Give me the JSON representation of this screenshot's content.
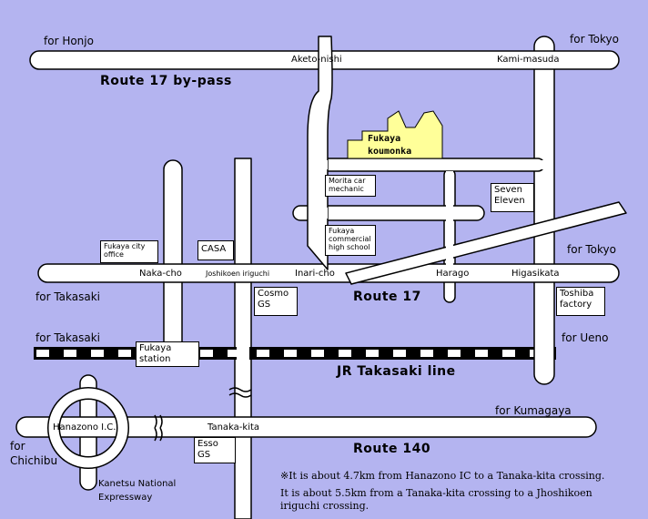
{
  "directions": {
    "for_honjo": "for Honjo",
    "for_tokyo_top": "for Tokyo",
    "for_tokyo_mid": "for Tokyo",
    "for_takasaki_1": "for Takasaki",
    "for_takasaki_2": "for Takasaki",
    "for_ueno": "for Ueno",
    "for_kumagaya": "for Kumagaya",
    "for_chichibu": "for\nChichibu"
  },
  "roads": {
    "route17_bypass": "Route 17 by-pass",
    "route17": "Route 17",
    "jr_line": "JR Takasaki line",
    "route140": "Route 140",
    "expressway": "Kanetsu National\nExpressway"
  },
  "intersections": {
    "aketo_nishi": "Aketo-nishi",
    "kami_masuda": "Kami-masuda",
    "naka_cho": "Naka-cho",
    "joshikoen_iriguchi": "Joshikoen iriguchi",
    "inari_cho": "Inari-cho",
    "harago": "Harago",
    "higasikata": "Higasikata",
    "hanazono_ic": "Hanazono I.C.",
    "tanaka_kita": "Tanaka-kita"
  },
  "landmarks": {
    "school_name": "Fukaya\nkoumonka",
    "morita": "Morita car\nmechanic",
    "seven_eleven": "Seven\nEleven",
    "fukaya_city_office": "Fukaya city\noffice",
    "casa": "CASA",
    "commercial_school": "Fukaya\ncommercial\nhigh school",
    "cosmo_gs": "Cosmo\nGS",
    "toshiba": "Toshiba\nfactory",
    "fukaya_station": "Fukaya\nstation",
    "esso_gs": "Esso\nGS"
  },
  "notes": {
    "line1": "※It is about 4.7km from Hanazono IC to a Tanaka-kita crossing.",
    "line2": "It is about 5.5km from a Tanaka-kita crossing to a Jhoshikoen\niriguchi crossing."
  },
  "colors": {
    "background": "#b4b4f0",
    "road": "#ffffff",
    "school": "#ffff99"
  }
}
